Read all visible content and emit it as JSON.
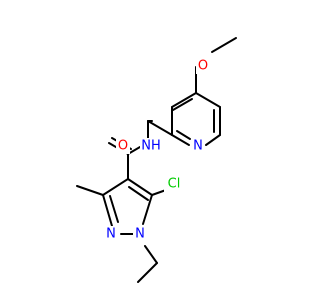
{
  "molecule": {
    "atoms": {
      "O_methoxy": {
        "label": "O",
        "color": "#FF0000"
      },
      "N_pyridine": {
        "label": "N",
        "color": "#0000FF"
      },
      "N_amide": {
        "label": "NH",
        "color": "#0000FF"
      },
      "O_carbonyl": {
        "label": "O",
        "color": "#FF0000"
      },
      "N_pyrazole_2": {
        "label": "N",
        "color": "#0000FF"
      },
      "N_pyrazole_1": {
        "label": "N",
        "color": "#0000FF"
      },
      "Cl": {
        "label": "Cl",
        "color": "#00CC00"
      }
    },
    "bond_color": "#000000"
  }
}
